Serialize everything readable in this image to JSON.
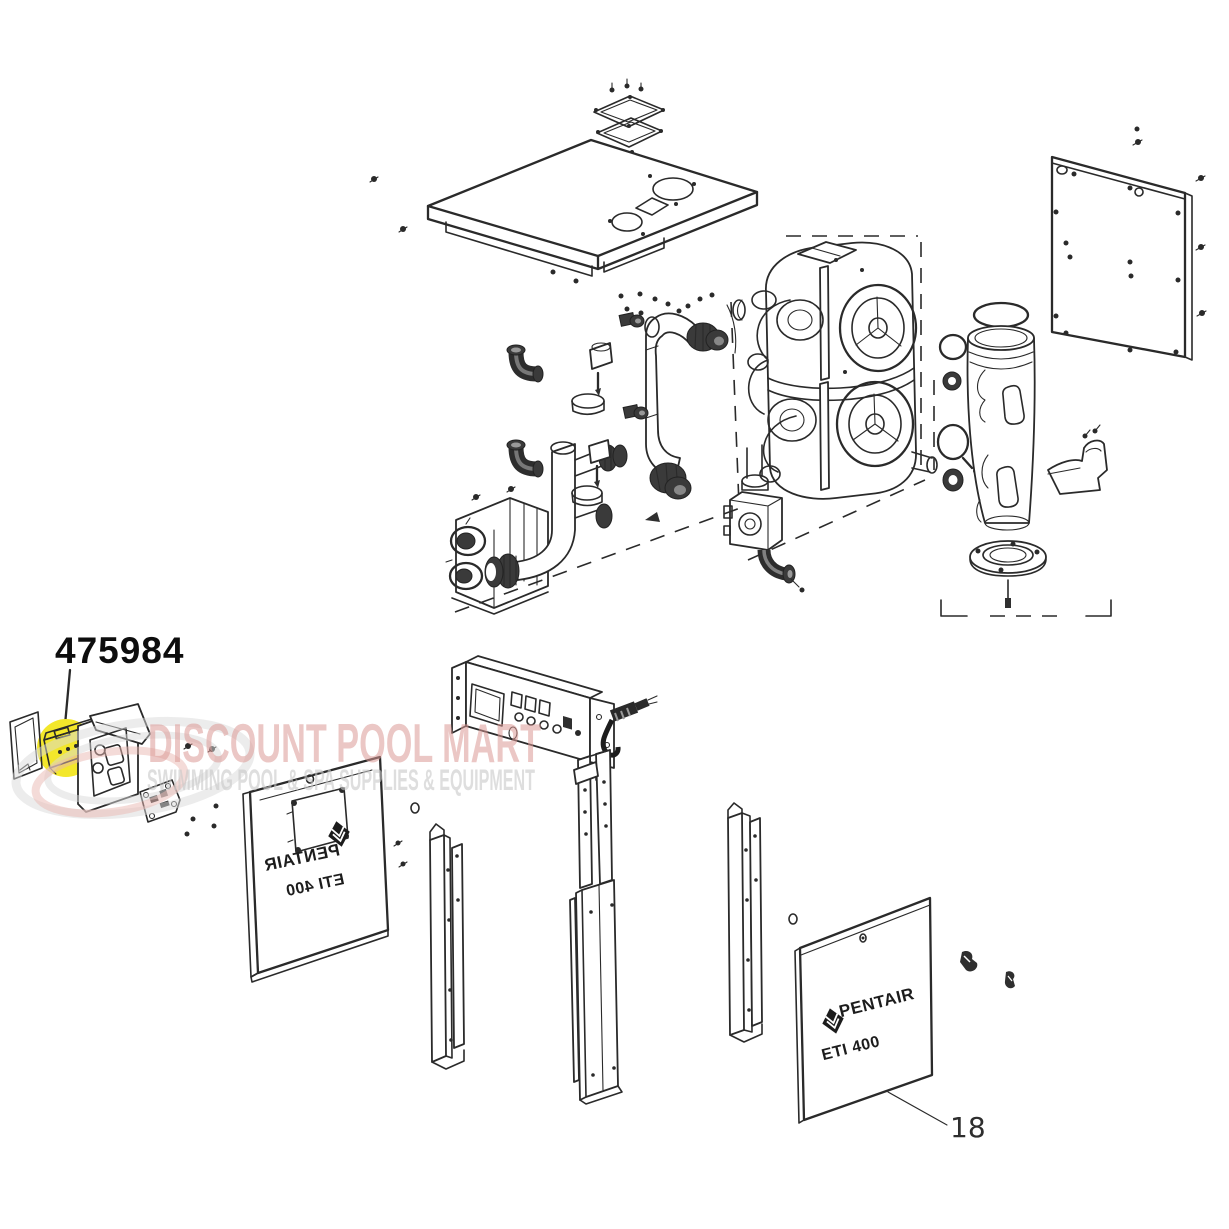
{
  "callout": {
    "part_number": "475984",
    "ref_number": "18"
  },
  "panels": {
    "brand": "PENTAIR",
    "model": "ETI 400"
  },
  "watermark": {
    "title": "DISCOUNT POOL MART",
    "subtitle": "SWIMMING POOL & SPA SUPPLIES & EQUIPMENT"
  },
  "icons": {
    "pentair_logo": "diamond-with-chevrons"
  },
  "colors": {
    "highlight": "#f3e72b",
    "watermark_title": "#dc9a96",
    "watermark_subtitle": "#c9c9c9",
    "watermark_swirl": "#d9d9d9",
    "watermark_accent": "#eab7b2",
    "ink": "#2a2a2a"
  }
}
